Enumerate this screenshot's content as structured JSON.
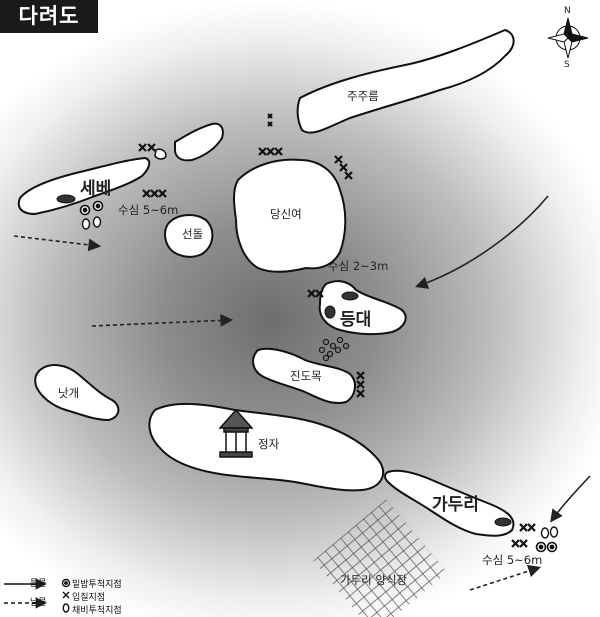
{
  "title": "다려도",
  "compass": {
    "north": "N",
    "south": "S"
  },
  "islands": {
    "jujureum": "주주름",
    "dangsinyeo": "당신여",
    "sebe": "세베",
    "seondol": "선돌",
    "deungdae": "등대",
    "jindomok": "진도목",
    "natgae": "낫개",
    "jeongja": "정자",
    "gaduri": "가두리",
    "gaduri_farm": "가두리 양식장"
  },
  "depths": {
    "sebe": "수심 5~6m",
    "deungdae": "수심 2~3m",
    "gaduri": "수심 5~6m"
  },
  "legend": {
    "flood_tide": "들물",
    "ebb_tide": "날물",
    "bottom_fishing_spot": "밑밥투척지점",
    "fishing_spot": "입질지점",
    "chum_spot": "채비투척지점"
  },
  "colors": {
    "land": "#ffffff",
    "outline": "#111111",
    "title_bg": "#1a1a1a"
  }
}
